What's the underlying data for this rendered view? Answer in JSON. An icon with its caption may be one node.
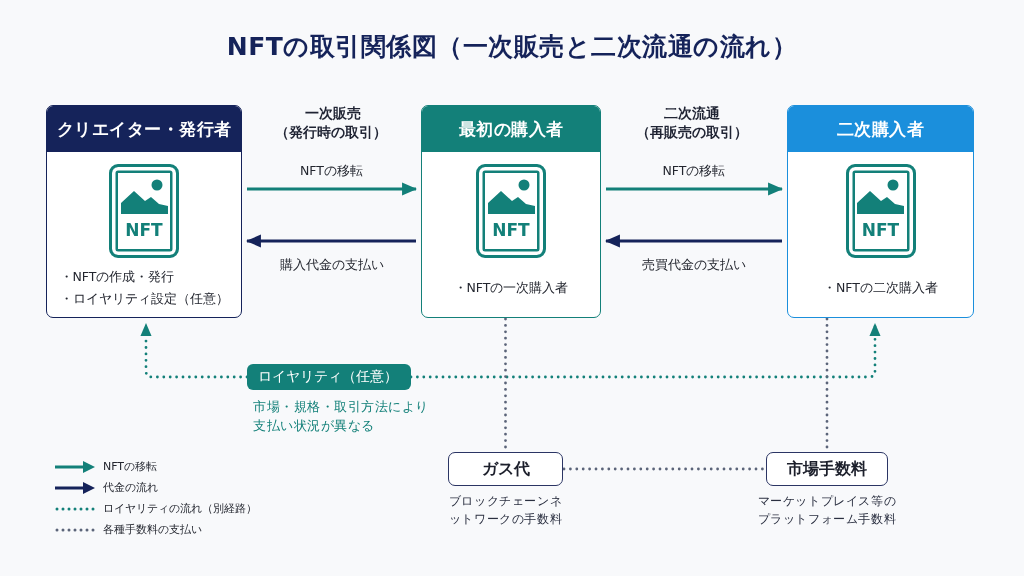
{
  "diagram": {
    "title": "NFTの取引関係図（一次販売と二次流通の流れ）",
    "nodes": [
      {
        "text": [
          "クリエイター・発行者",
          "・NFTの作成・発行",
          "・ロイヤリティ設定（任意）"
        ]
      },
      {
        "text": [
          "NFT"
        ],
        "in": 0
      },
      {
        "text": [
          "最初の購入者",
          "・NFTの一次購入者"
        ]
      },
      {
        "text": [
          "NFT"
        ],
        "in": 2
      },
      {
        "text": [
          "二次購入者",
          "・NFTの二次購入者"
        ]
      },
      {
        "text": [
          "NFT"
        ],
        "in": 4
      },
      {
        "text": [
          "ロイヤリティ（任意）"
        ],
        "beside": [
          "市場・規格・取引方法により支払い状況が異なる"
        ]
      },
      {
        "text": [
          "ガス代"
        ],
        "beside": [
          "ブロックチェーンネットワークの手数料"
        ]
      },
      {
        "text": [
          "市場手数料"
        ],
        "beside": [
          "マーケットプレイス等のプラットフォーム手数料"
        ]
      }
    ],
    "edges": [
      {
        "from": 0,
        "to": 2,
        "arrow": "to",
        "label": "NFTの移転",
        "color": "#138079"
      },
      {
        "from": 2,
        "to": 0,
        "arrow": "to",
        "label": "購入代金の支払い",
        "color": "#15235a"
      },
      {
        "from": 2,
        "to": 4,
        "arrow": "to",
        "label": "NFTの移転",
        "color": "#138079"
      },
      {
        "from": 4,
        "to": 2,
        "arrow": "to",
        "label": "売買代金の支払い",
        "color": "#15235a"
      },
      {
        "from": 6,
        "to": 0,
        "arrow": "to",
        "style": "dashed",
        "color": "#138079"
      },
      {
        "from": 6,
        "to": 4,
        "arrow": "to",
        "style": "dashed",
        "color": "#138079"
      },
      {
        "from": 2,
        "to": 7,
        "arrow": "none",
        "style": "dashed",
        "color": "#5b6479"
      },
      {
        "from": 4,
        "to": 8,
        "arrow": "none",
        "style": "dashed",
        "color": "#5b6479"
      },
      {
        "from": 7,
        "to": 8,
        "arrow": "none",
        "style": "dashed",
        "color": "#5b6479"
      }
    ],
    "labels": [
      "一次販売",
      "（発行時の取引）",
      "二次流通",
      "（再販売の取引）"
    ],
    "legend": [
      {
        "text": "NFTの移転"
      },
      {
        "text": "代金の流れ"
      },
      {
        "text": "ロイヤリティの流れ（別経路）"
      },
      {
        "text": "各種手数料の支払い"
      }
    ]
  }
}
